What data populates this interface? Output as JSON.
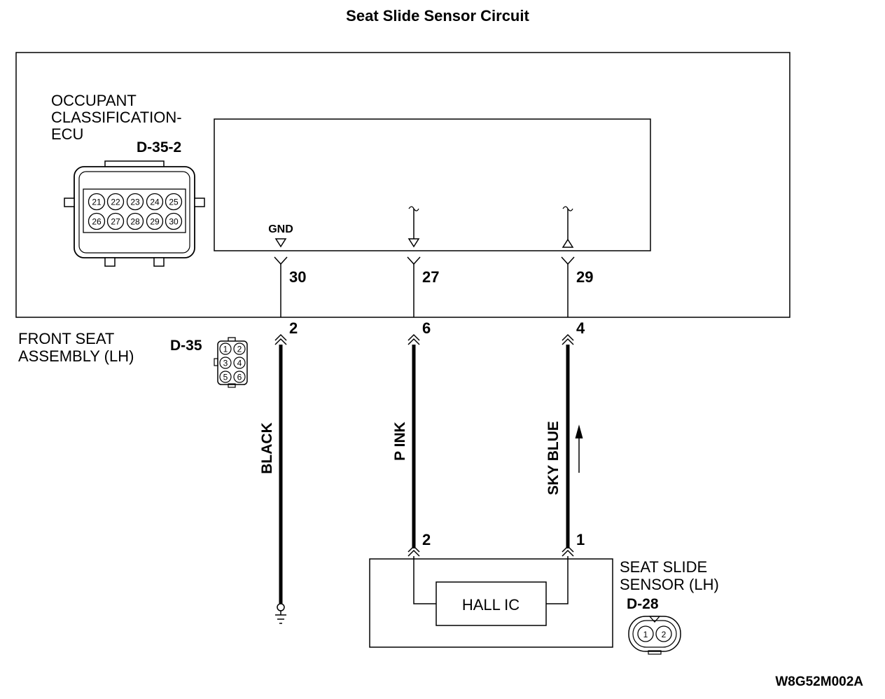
{
  "title": "Seat Slide Sensor Circuit",
  "ecu": {
    "name_lines": [
      "OCCUPANT",
      "CLASSIFICATION-",
      "ECU"
    ],
    "connector_id": "D-35-2",
    "connector_pins_row1": [
      "21",
      "22",
      "23",
      "24",
      "25"
    ],
    "connector_pins_row2": [
      "26",
      "27",
      "28",
      "29",
      "30"
    ],
    "gnd_label": "GND"
  },
  "terminals": {
    "ecu": [
      "30",
      "27",
      "29"
    ],
    "harness": [
      "2",
      "6",
      "4"
    ],
    "sensor": [
      "2",
      "1"
    ]
  },
  "seat_assembly": {
    "name_lines": [
      "FRONT SEAT",
      "ASSEMBLY (LH)"
    ],
    "connector_id": "D-35",
    "connector_pins": [
      "1",
      "2",
      "3",
      "4",
      "5",
      "6"
    ]
  },
  "wires": [
    "BLACK",
    "P INK",
    "SKY BLUE"
  ],
  "sensor": {
    "name_lines": [
      "SEAT SLIDE",
      "SENSOR (LH)"
    ],
    "connector_id": "D-28",
    "connector_pins": [
      "1",
      "2"
    ],
    "component": "HALL IC"
  },
  "figure_code": "W8G52M002A"
}
